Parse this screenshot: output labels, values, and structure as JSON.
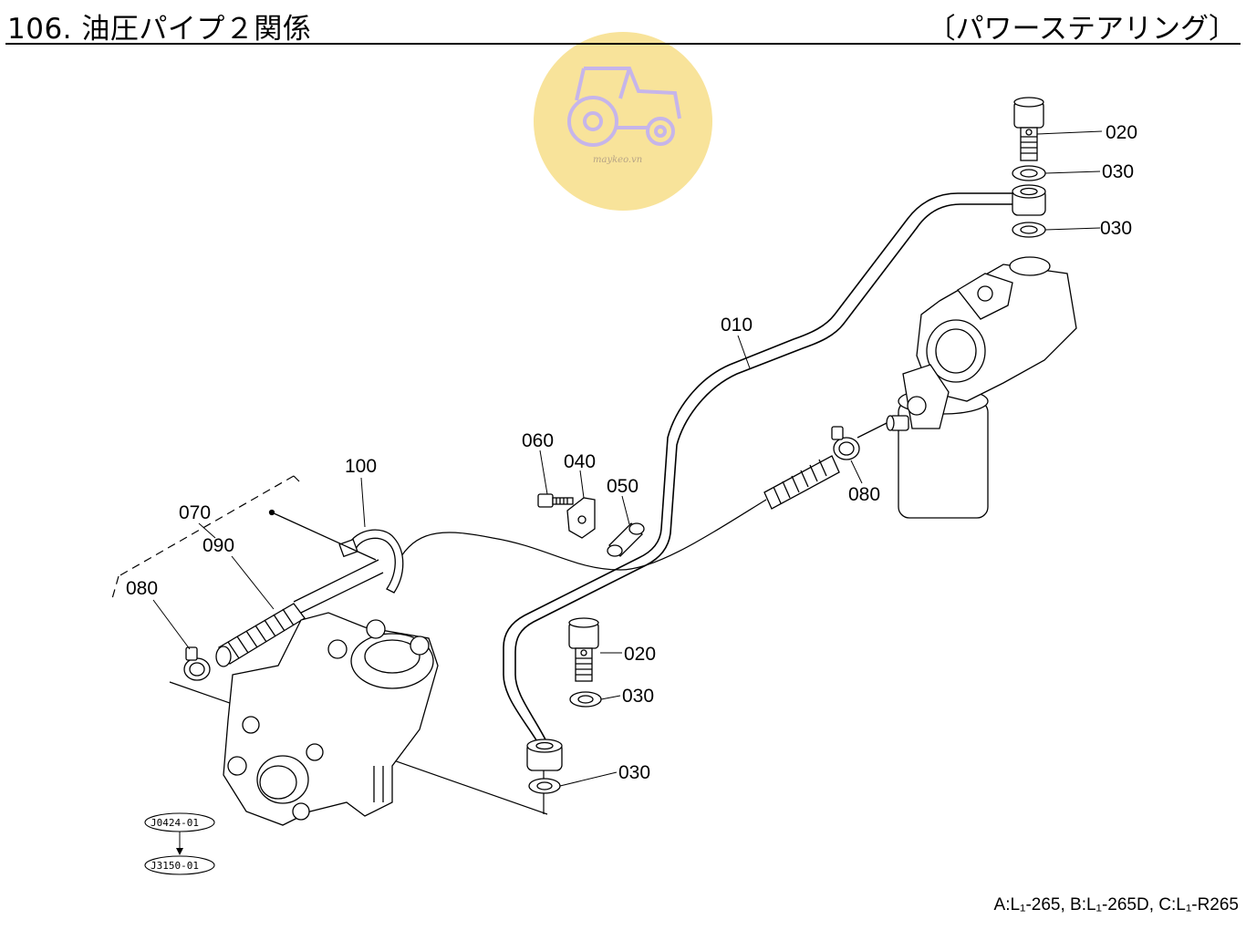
{
  "header": {
    "title": "106. 油圧パイプ２関係",
    "section": "〔パワーステアリング〕"
  },
  "watermark": {
    "text": "maykeo.vn",
    "color": "#f8e39a"
  },
  "callouts": {
    "c010": "010",
    "c020_top": "020",
    "c030_top1": "030",
    "c030_top2": "030",
    "c020_mid": "020",
    "c030_mid": "030",
    "c030_low": "030",
    "c040": "040",
    "c050": "050",
    "c060": "060",
    "c070": "070",
    "c080_left": "080",
    "c080_right": "080",
    "c090": "090",
    "c100": "100"
  },
  "references": {
    "ref1": "J0424-01",
    "ref2": "J3150-01"
  },
  "model_note": "A:L₁-265, B:L₁-265D, C:L₁-R265"
}
